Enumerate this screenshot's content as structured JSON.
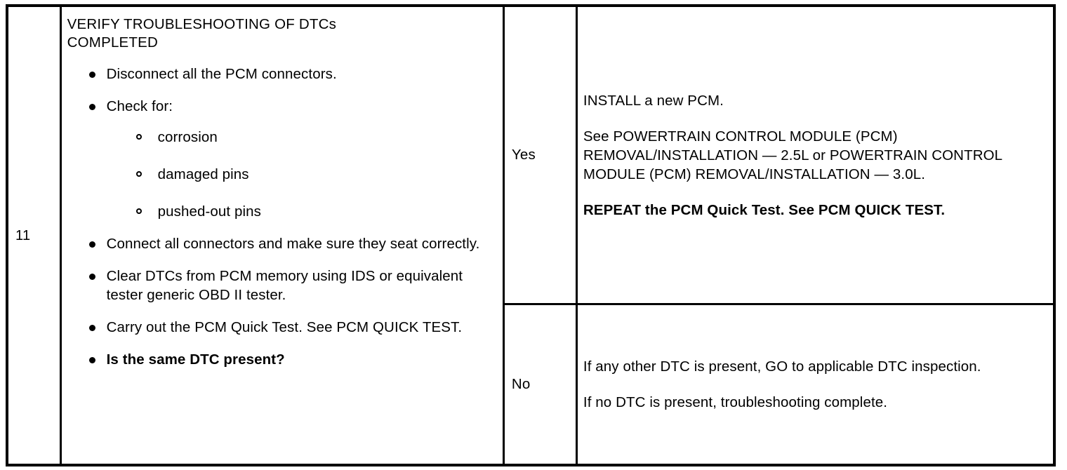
{
  "table": {
    "step_number": "11",
    "action": {
      "title": "VERIFY TROUBLESHOOTING OF DTCs\nCOMPLETED",
      "bullets": [
        {
          "text": "Disconnect all the PCM connectors.",
          "bold": false
        },
        {
          "text": "Check for:",
          "bold": false
        },
        {
          "text": "Connect all connectors and make sure they seat correctly.",
          "bold": false
        },
        {
          "text": "Clear DTCs from PCM memory using IDS or equivalent tester generic OBD II tester.",
          "bold": false
        },
        {
          "text": "Carry out the PCM Quick Test. See PCM QUICK TEST.",
          "bold": false
        },
        {
          "text": "Is the same DTC present?",
          "bold": true
        }
      ],
      "sub_bullets": [
        {
          "text": "corrosion"
        },
        {
          "text": "damaged pins"
        },
        {
          "text": "pushed-out pins"
        }
      ]
    },
    "results": [
      {
        "answer": "Yes",
        "paragraphs": [
          {
            "text": "INSTALL a new PCM.",
            "bold": false
          },
          {
            "text": "See POWERTRAIN CONTROL MODULE (PCM) REMOVAL/INSTALLATION — 2.5L or POWERTRAIN CONTROL MODULE (PCM) REMOVAL/INSTALLATION — 3.0L.",
            "bold": false
          },
          {
            "text": "REPEAT the PCM Quick Test. See PCM QUICK TEST.",
            "bold": true
          }
        ]
      },
      {
        "answer": "No",
        "paragraphs": [
          {
            "text": "If any other DTC is present, GO to applicable DTC inspection.",
            "bold": false
          },
          {
            "text": "If no DTC is present, troubleshooting complete.",
            "bold": false
          }
        ]
      }
    ]
  },
  "colors": {
    "ink": "#000000",
    "paper": "#ffffff"
  }
}
